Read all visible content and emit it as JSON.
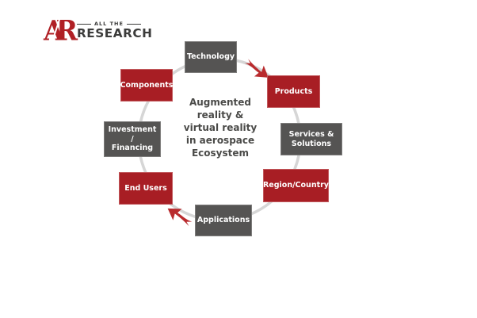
{
  "logo": {
    "monogram": "AR",
    "tagline": "ALL THE",
    "name": "RESEARCH"
  },
  "diagram": {
    "center_lines": [
      "Augmented",
      "reality &",
      "virtual reality",
      "in aerospace",
      "Ecosystem"
    ],
    "nodes": {
      "technology": {
        "label": "Technology",
        "color": "gray"
      },
      "products": {
        "label": "Products",
        "color": "red"
      },
      "services": {
        "lines": [
          "Services &",
          "Solutions"
        ],
        "color": "gray"
      },
      "region": {
        "label": "Region/Country",
        "color": "red"
      },
      "applications": {
        "label": "Applications",
        "color": "gray"
      },
      "endusers": {
        "label": "End Users",
        "color": "red"
      },
      "investment": {
        "lines": [
          "Investment",
          "/",
          "Financing"
        ],
        "color": "gray"
      },
      "components": {
        "label": "Components",
        "color": "red"
      }
    },
    "colors": {
      "node_red": "#a81e24",
      "node_gray": "#555453",
      "ring": "#d6d6d6",
      "arrow": "#b92b2e",
      "center_text": "#4a4a48"
    },
    "flow_arrows": [
      "clockwise-top-right",
      "clockwise-bottom-left"
    ]
  }
}
